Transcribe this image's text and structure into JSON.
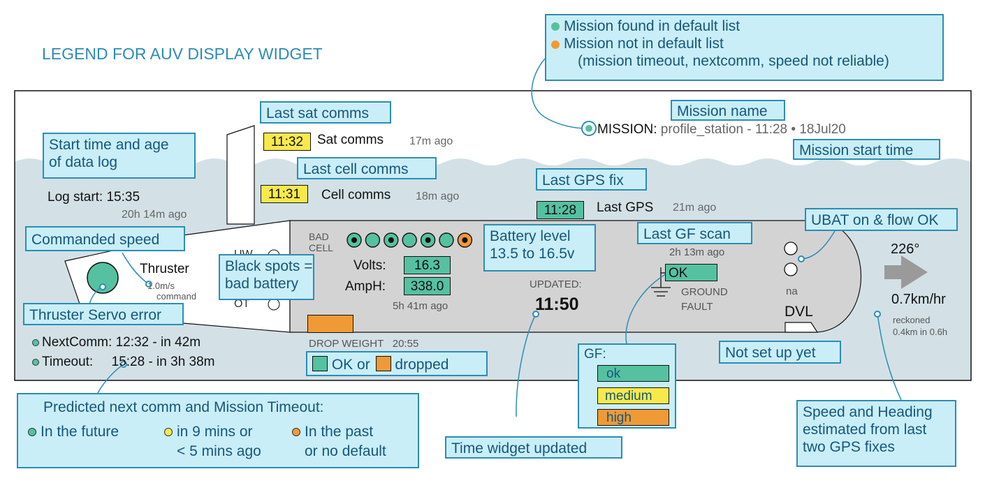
{
  "colors": {
    "water": "#d3e1e6",
    "hull": "#d4d3d3",
    "callout_bg": "#c9eef7",
    "callout_border": "#2d8cb5",
    "callout_text": "#15577d",
    "teal": "#55c1a1",
    "yellow": "#f8e94b",
    "orange": "#ef9a37",
    "arrow": "#9a9a9a"
  },
  "title": "LEGEND FOR AUV DISPLAY WIDGET",
  "mission_legend": {
    "found": "Mission found in default list",
    "not_found": "Mission not in default list",
    "note": "(mission timeout, nextcomm, speed not reliable)"
  },
  "mission": {
    "callout_name": "Mission name",
    "label": "MISSION:",
    "value": "profile_station - 11:28 • 18Jul20",
    "callout_start": "Mission start time"
  },
  "sat": {
    "callout": "Last sat comms",
    "time": "11:32",
    "label": "Sat comms",
    "ago": "17m ago"
  },
  "cell": {
    "callout": "Last cell comms",
    "time": "11:31",
    "label": "Cell comms",
    "ago": "18m ago"
  },
  "gps": {
    "callout": "Last GPS fix",
    "time": "11:28",
    "label": "Last GPS",
    "ago": "21m ago"
  },
  "log": {
    "callout_l1": "Start time and age",
    "callout_l2": "of data log",
    "label": "Log start: 15:35",
    "age": "20h 14m ago"
  },
  "thruster": {
    "callout_speed": "Commanded speed",
    "label": "Thruster",
    "speed": "1.0m/s",
    "command": "command",
    "callout_servo": "Thruster Servo error"
  },
  "fins": {
    "uw": "UW",
    "ot": "OT"
  },
  "battery": {
    "bad_l1": "BAD",
    "bad_l2": "CELL",
    "volts_label": "Volts:",
    "volts": "16.3",
    "amph_label": "AmpH:",
    "amph": "338.0",
    "ago": "5h 41m ago",
    "callout_spots_l1": "Black spots =",
    "callout_spots_l2": "bad battery",
    "callout_level_l1": "Battery level",
    "callout_level_l2": "13.5 to 16.5v",
    "cells": [
      "bad",
      "ok",
      "bad",
      "ok",
      "bad",
      "ok",
      "bad-orange"
    ]
  },
  "updated": {
    "label": "UPDATED:",
    "time": "11:50",
    "callout": "Time widget updated"
  },
  "gf": {
    "callout": "Last GF scan",
    "ago": "2h 13m ago",
    "status": "OK",
    "label_l1": "GROUND",
    "label_l2": "FAULT",
    "legend_title": "GF:",
    "levels": [
      "ok",
      "medium",
      "high"
    ]
  },
  "ubat": {
    "callout": "UBAT on & flow OK",
    "na": "na"
  },
  "dvl": {
    "label": "DVL",
    "callout": "Not set up yet"
  },
  "heading": {
    "deg": "226°",
    "speed": "0.7km/hr",
    "reckoned_l1": "reckoned",
    "reckoned_l2": "0.4km in 0.6h",
    "callout_l1": "Speed and Heading",
    "callout_l2": "estimated from last",
    "callout_l3": "two GPS fixes"
  },
  "drop": {
    "label": "DROP WEIGHT",
    "time": "20:55",
    "ok": "OK or",
    "dropped": "dropped"
  },
  "nextcomm": {
    "label": "NextComm:",
    "value": "12:32 - in 42m"
  },
  "timeout": {
    "label": "Timeout:",
    "value": "15:28 - in 3h 38m"
  },
  "predict": {
    "title": "Predicted next comm and Mission Timeout:",
    "future": "In the future",
    "soon_l1": "in 9 mins or",
    "soon_l2": "< 5 mins ago",
    "past_l1": "In the past",
    "past_l2": "or no default"
  }
}
